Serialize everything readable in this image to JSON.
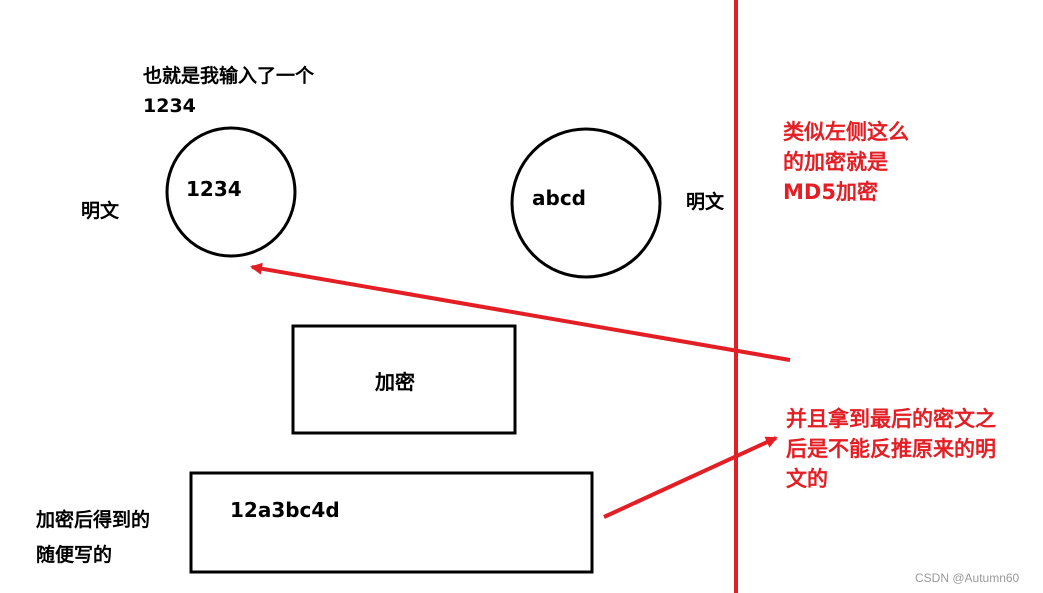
{
  "colors": {
    "ink": "#000000",
    "accent": "#e31e24",
    "watermark": "#9a9a9a"
  },
  "texts": {
    "input_note": "也就是我输入了一个",
    "input_value": "1234",
    "plaintext_left": "明文",
    "plaintext_right": "明文",
    "circle_left": "1234",
    "circle_right": "abcd",
    "encrypt_box": "加密",
    "cipher_box": "12a3bc4d",
    "cipher_note_line1": "加密后得到的",
    "cipher_note_line2": "随便写的",
    "md5_note_line1": "类似左侧这么",
    "md5_note_line2": "的加密就是",
    "md5_note_line3": "MD5加密",
    "irreversible_line1": "并且拿到最后的密文之",
    "irreversible_line2": "后是不能反推原来的明",
    "irreversible_line3": "文的",
    "watermark": "CSDN @Autumn60"
  }
}
